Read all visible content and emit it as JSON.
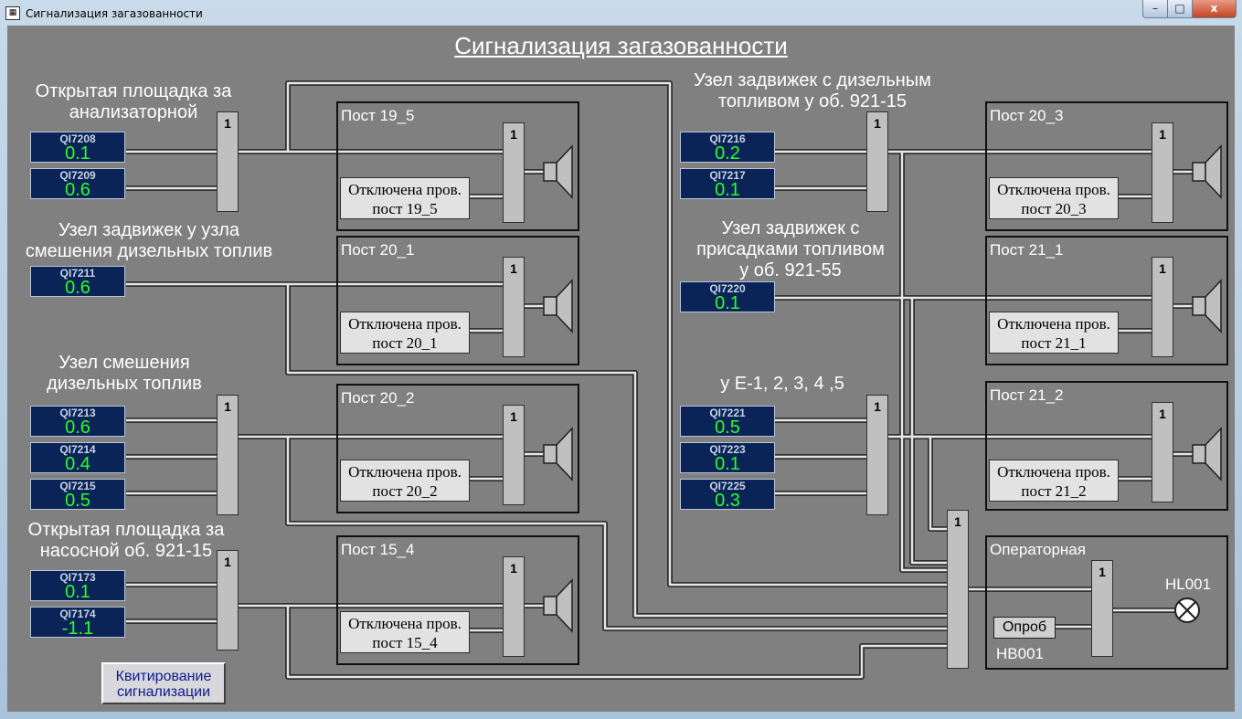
{
  "window": {
    "title": "Сигнализация загазованности",
    "app_icon": "app-icon",
    "min_label": "–",
    "max_label": "□",
    "close_label": "x"
  },
  "title": "Сигнализация загазованности",
  "groups": [
    {
      "label": "Открытая площадка за\nанализаторной",
      "or_label": "1"
    },
    {
      "label": "Узел задвижек у узла\nсмешения дизельных топлив"
    },
    {
      "label": "Узел смешения\nдизельных топлив",
      "or_label": "1"
    },
    {
      "label": "Открытая площадка за\nнасосной об. 921-15",
      "or_label": "1"
    },
    {
      "label": "Узел задвижек с дизельным\nтопливом у об. 921-15",
      "or_label": "1"
    },
    {
      "label": "Узел задвижек с\nприсадками топливом\nу об. 921-55"
    },
    {
      "label": "у Е-1, 2, 3, 4 ,5",
      "or_label": "1"
    }
  ],
  "sensors": [
    {
      "name": "QI7208",
      "value": "0.1"
    },
    {
      "name": "QI7209",
      "value": "0.6"
    },
    {
      "name": "QI7211",
      "value": "0.6"
    },
    {
      "name": "QI7213",
      "value": "0.6"
    },
    {
      "name": "QI7214",
      "value": "0.4"
    },
    {
      "name": "QI7215",
      "value": "0.5"
    },
    {
      "name": "QI7173",
      "value": "0.1"
    },
    {
      "name": "QI7174",
      "value": "-1.1"
    },
    {
      "name": "QI7216",
      "value": "0.2"
    },
    {
      "name": "QI7217",
      "value": "0.1"
    },
    {
      "name": "QI7220",
      "value": "0.1"
    },
    {
      "name": "QI7221",
      "value": "0.5"
    },
    {
      "name": "QI7223",
      "value": "0.1"
    },
    {
      "name": "QI7225",
      "value": "0.3"
    }
  ],
  "posts": [
    {
      "title": "Пост  19_5",
      "disabled_text": "Отключена пров.\nпост  19_5",
      "or_label": "1",
      "icon": "speaker-icon"
    },
    {
      "title": "Пост  20_1",
      "disabled_text": "Отключена пров.\nпост  20_1",
      "or_label": "1",
      "icon": "speaker-icon"
    },
    {
      "title": "Пост  20_2",
      "disabled_text": "Отключена пров.\nпост  20_2",
      "or_label": "1",
      "icon": "speaker-icon"
    },
    {
      "title": "Пост  15_4",
      "disabled_text": "Отключена пров.\nпост  15_4",
      "or_label": "1",
      "icon": "speaker-icon"
    },
    {
      "title": "Пост  20_3",
      "disabled_text": "Отключена пров.\nпост  20_3",
      "or_label": "1",
      "icon": "speaker-icon"
    },
    {
      "title": "Пост  21_1",
      "disabled_text": "Отключена пров.\nпост  21_1",
      "or_label": "1",
      "icon": "speaker-icon"
    },
    {
      "title": "Пост  21_2",
      "disabled_text": "Отключена пров.\nпост  21_2",
      "or_label": "1",
      "icon": "speaker-icon"
    }
  ],
  "operator": {
    "title": "Операторная",
    "main_or_label": "1",
    "or_label": "1",
    "test_button": "Опроб",
    "hb_label": "HB001",
    "lamp_label": "HL001",
    "lamp_icon": "lamp-icon"
  },
  "ack_button": "Квитирование\nсигнализации",
  "colors": {
    "background": "#808080",
    "tag_bg": "#0b2457",
    "tag_value": "#29ff29",
    "wire": "#e6e6e6",
    "block": "#c0c0c0"
  }
}
